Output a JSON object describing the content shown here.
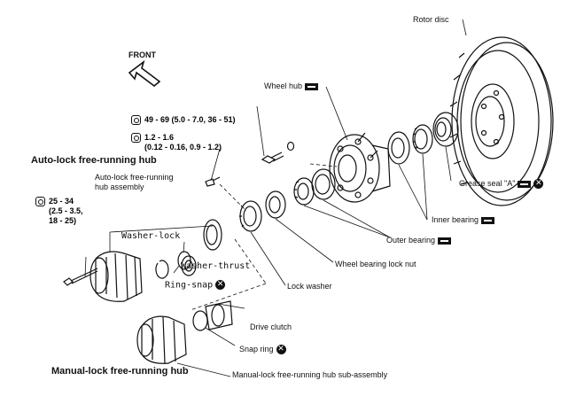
{
  "front_label": "FRONT",
  "titles": {
    "auto_lock": "Auto-lock free-running hub",
    "manual_lock": "Manual-lock free-running hub"
  },
  "labels": {
    "rotor_disc": "Rotor disc",
    "wheel_hub": "Wheel hub",
    "grease_seal": "Grease seal \"A\"",
    "inner_bearing": "Inner bearing",
    "outer_bearing": "Outer bearing",
    "wheel_bearing_lock_nut": "Wheel bearing lock nut",
    "lock_washer": "Lock washer",
    "auto_lock_assembly_line1": "Auto-lock free-running",
    "auto_lock_assembly_line2": "hub assembly",
    "washer_lock": "Washer-lock",
    "washer_thrust": "Washer-thrust",
    "ring_snap": "Ring-snap",
    "drive_clutch": "Drive clutch",
    "snap_ring": "Snap ring",
    "manual_sub_assembly": "Manual-lock free-running hub sub-assembly"
  },
  "torque_specs": {
    "spec1": "49 - 69 (5.0 - 7.0, 36 - 51)",
    "spec2_line1": "1.2 - 1.6",
    "spec2_line2": "(0.12 - 0.16, 0.9 - 1.2)",
    "spec3_line1": "25 - 34",
    "spec3_line2": "(2.5 - 3.5,",
    "spec3_line3": "18 - 25)"
  },
  "icons": {
    "grease": "grease-pack-icon",
    "replace": "do-not-reuse-icon",
    "torque": "wrench-torque-icon"
  },
  "colors": {
    "line": "#111111",
    "background": "#ffffff"
  }
}
